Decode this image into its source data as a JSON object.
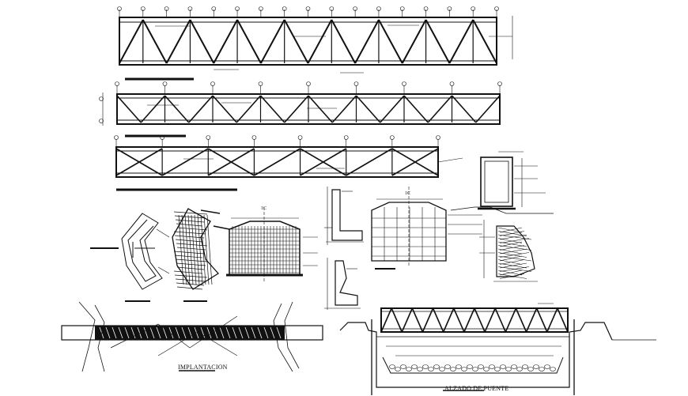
{
  "drawing": {
    "background": "#ffffff",
    "ink": "#111111",
    "labels": {
      "plan": "IMPLANTACION",
      "elevation": "ALZADO DE PUENTE",
      "axis_mark_1": "1C",
      "axis_mark_2": "1C"
    }
  }
}
